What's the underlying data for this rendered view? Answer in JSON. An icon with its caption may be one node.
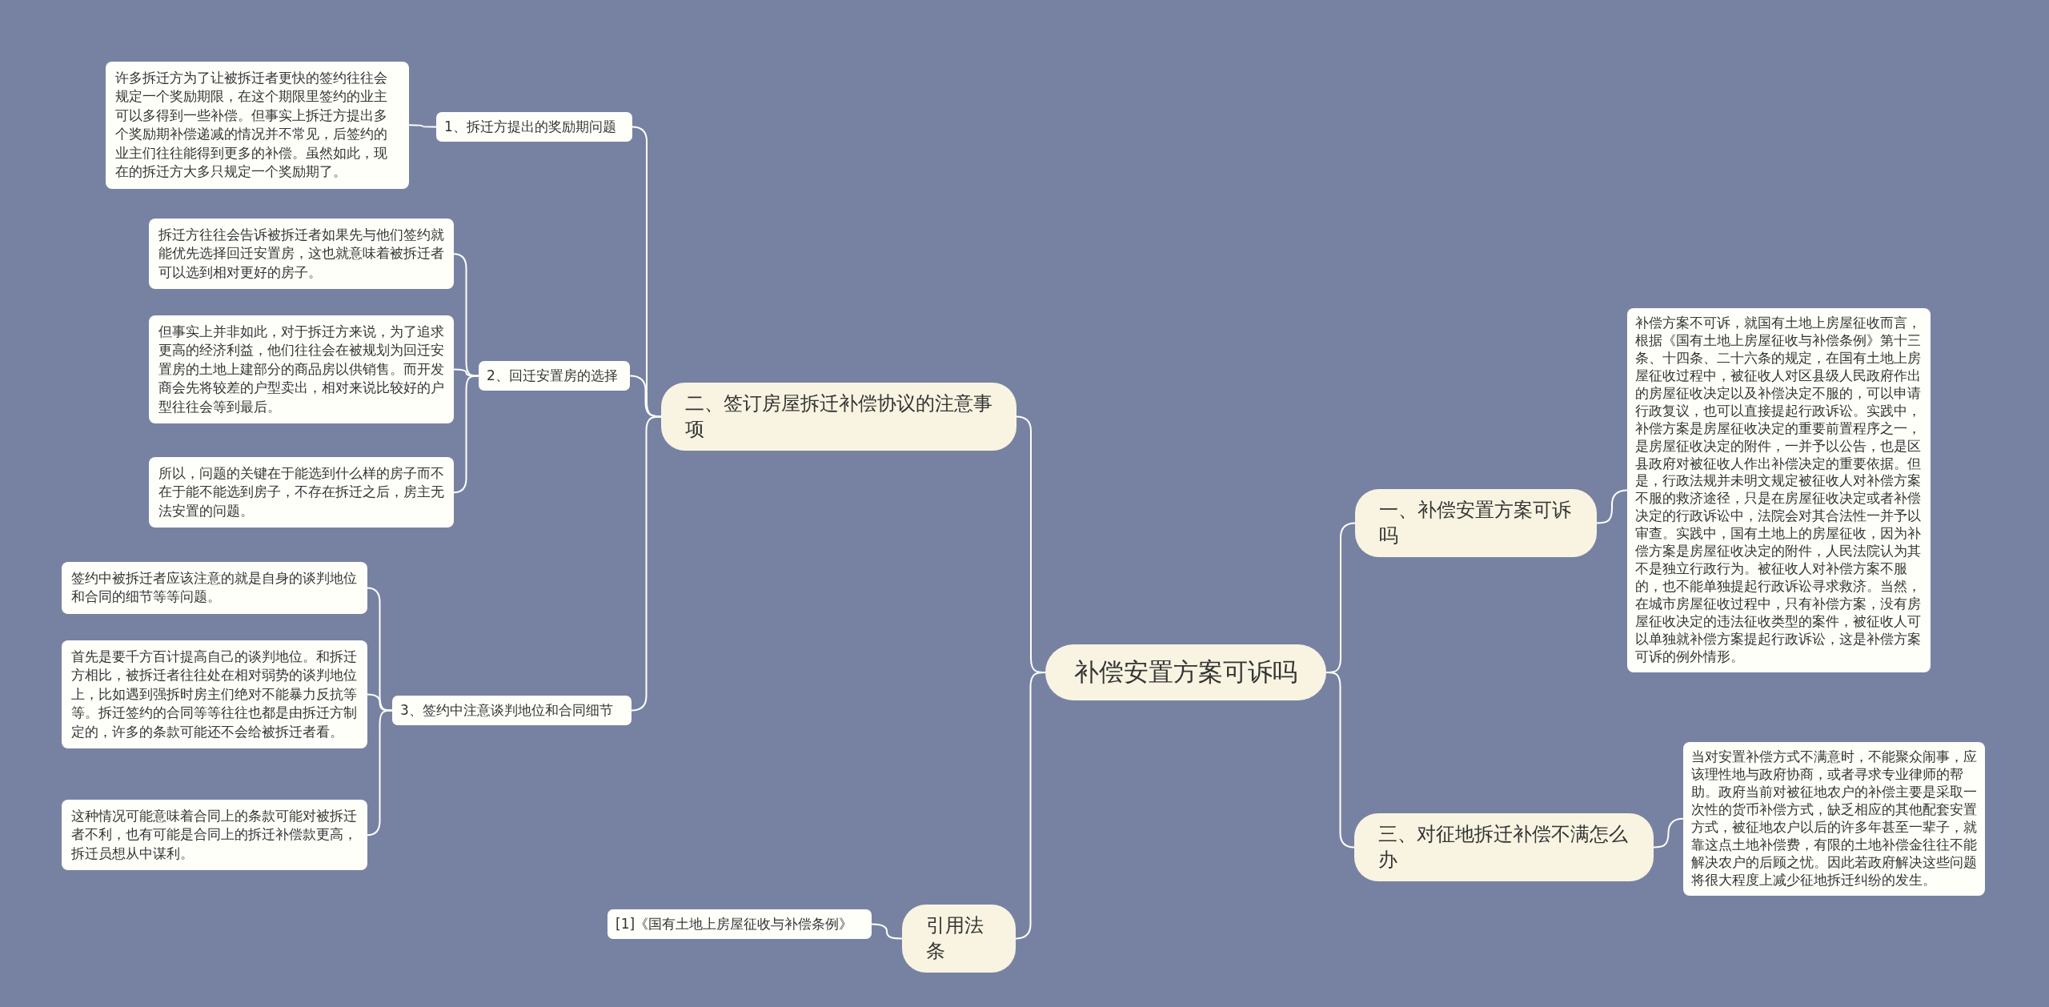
{
  "diagram": {
    "nodes": [
      {
        "text": [
          "补偿安置方案可诉吗"
        ]
      },
      {
        "text": [
          "二、签订房屋拆迁补偿协议的注意事项"
        ]
      },
      {
        "text": [
          "1、拆迁方提出的奖励期问题"
        ]
      },
      {
        "text": [
          "许多拆迁方为了让被拆迁者更快的签约往往会规定一个奖励期限，在这个期限里签约的业主可以多得到一些补偿。但事实上拆迁方提出多个奖励期补偿递减的情况并不常见，后签约的业主们往往能得到更多的补偿。虽然如此，现在的拆迁方大多只规定一个奖励期了。"
        ]
      },
      {
        "text": [
          "2、回迁安置房的选择"
        ]
      },
      {
        "text": [
          "拆迁方往往会告诉被拆迁者如果先与他们签约就能优先选择回迁安置房，这也就意味着被拆迁者可以选到相对更好的房子。"
        ]
      },
      {
        "text": [
          "但事实上并非如此，对于拆迁方来说，为了追求更高的经济利益，他们往往会在被规划为回迁安置房的土地上建部分的商品房以供销售。而开发商会先将较差的户型卖出，相对来说比较好的户型往往会等到最后。"
        ]
      },
      {
        "text": [
          "所以，问题的关键在于能选到什么样的房子而不在于能不能选到房子，不存在拆迁之后，房主无法安置的问题。"
        ]
      },
      {
        "text": [
          "3、签约中注意谈判地位和合同细节"
        ]
      },
      {
        "text": [
          "签约中被拆迁者应该注意的就是自身的谈判地位和合同的细节等等问题。"
        ]
      },
      {
        "text": [
          "首先是要千方百计提高自己的谈判地位。和拆迁方相比，被拆迁者往往处在相对弱势的谈判地位上，比如遇到强拆时房主们绝对不能暴力反抗等等。拆迁签约的合同等等往往也都是由拆迁方制定的，许多的条款可能还不会给被拆迁者看。"
        ]
      },
      {
        "text": [
          "这种情况可能意味着合同上的条款可能对被拆迁者不利，也有可能是合同上的拆迁补偿款更高，拆迁员想从中谋利。"
        ]
      },
      {
        "text": [
          "引用法条"
        ]
      },
      {
        "text": [
          "[1]《国有土地上房屋征收与补偿条例》"
        ]
      },
      {
        "text": [
          "一、补偿安置方案可诉吗"
        ]
      },
      {
        "text": [
          "补偿方案不可诉，就国有土地上房屋征收而言，根据《国有土地上房屋征收与补偿条例》第十三条、十四条、二十六条的规定，在国有土地上房屋征收过程中，被征收人对区县级人民政府作出的房屋征收决定以及补偿决定不服的，可以申请行政复议，也可以直接提起行政诉讼。实践中，补偿方案是房屋征收决定的重要前置程序之一，是房屋征收决定的附件，一并予以公告，也是区县政府对被征收人作出补偿决定的重要依据。但是，行政法规并未明文规定被征收人对补偿方案不服的救济途径，只是在房屋征收决定或者补偿决定的行政诉讼中，法院会对其合法性一并予以审查。实践中，国有土地上的房屋征收，因为补偿方案是房屋征收决定的附件，人民法院认为其不是独立行政行为。被征收人对补偿方案不服的，也不能单独提起行政诉讼寻求救济。当然，在城市房屋征收过程中，只有补偿方案，没有房屋征收决定的违法征收类型的案件，被征收人可以单独就补偿方案提起行政诉讼，这是补偿方案可诉的例外情形。"
        ]
      },
      {
        "text": [
          "三、对征地拆迁补偿不满怎么办"
        ]
      },
      {
        "text": [
          "当对安置补偿方式不满意时，不能聚众闹事，应该理性地与政府协商，或者寻求专业律师的帮助。政府当前对被征地农户的补偿主要是采取一次性的货币补偿方式，缺乏相应的其他配套安置方式，被征地农户以后的许多年甚至一辈子，就靠这点土地补偿费，有限的土地补偿金往往不能解决农户的后顾之忧。因此若政府解决这些问题将很大程度上减少征地拆迁纠纷的发生。"
        ]
      }
    ],
    "edges": [
      {
        "from": 0,
        "to": 1,
        "arrow": "none"
      },
      {
        "from": 1,
        "to": 2,
        "arrow": "none"
      },
      {
        "from": 2,
        "to": 3,
        "arrow": "none"
      },
      {
        "from": 1,
        "to": 4,
        "arrow": "none"
      },
      {
        "from": 4,
        "to": 5,
        "arrow": "none"
      },
      {
        "from": 4,
        "to": 6,
        "arrow": "none"
      },
      {
        "from": 4,
        "to": 7,
        "arrow": "none"
      },
      {
        "from": 1,
        "to": 8,
        "arrow": "none"
      },
      {
        "from": 8,
        "to": 9,
        "arrow": "none"
      },
      {
        "from": 8,
        "to": 10,
        "arrow": "none"
      },
      {
        "from": 8,
        "to": 11,
        "arrow": "none"
      },
      {
        "from": 0,
        "to": 12,
        "arrow": "none"
      },
      {
        "from": 12,
        "to": 13,
        "arrow": "none"
      },
      {
        "from": 0,
        "to": 14,
        "arrow": "none"
      },
      {
        "from": 14,
        "to": 15,
        "arrow": "none"
      },
      {
        "from": 0,
        "to": 16,
        "arrow": "none"
      },
      {
        "from": 16,
        "to": 17,
        "arrow": "none"
      }
    ]
  }
}
